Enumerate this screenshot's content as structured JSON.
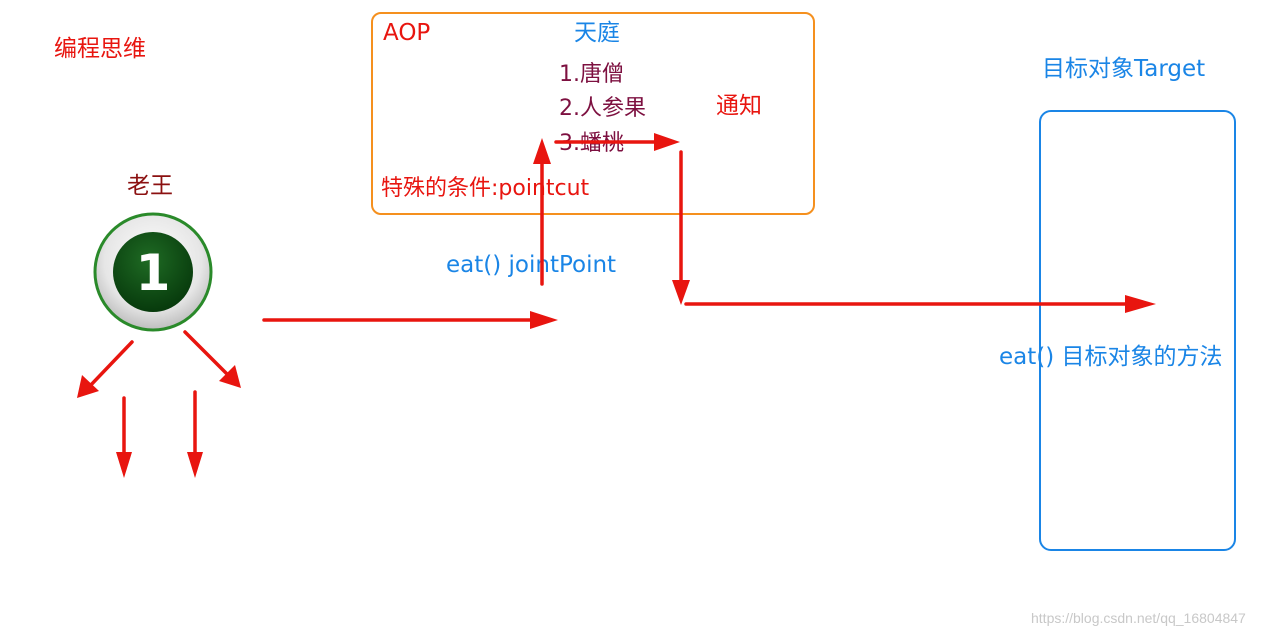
{
  "title": "编程思维",
  "actor": {
    "label": "老王",
    "badge_number": "1"
  },
  "aop": {
    "label": "AOP",
    "heaven_label": "天庭",
    "items": [
      "1.唐僧",
      "2.人参果",
      "3.蟠桃"
    ],
    "advice_label": "通知",
    "pointcut_label": "特殊的条件:pointcut"
  },
  "join_point_label": "eat() jointPoint",
  "target": {
    "label": "目标对象Target",
    "method_label": "eat() 目标对象的方法"
  },
  "watermark": "https://blog.csdn.net/qq_16804847",
  "colors": {
    "arrow": "#e8150f",
    "aop_border": "#f5901e",
    "target_border": "#1a85e6",
    "badge_fill": "#0e4a14",
    "badge_ring": "#2a8a2a"
  }
}
